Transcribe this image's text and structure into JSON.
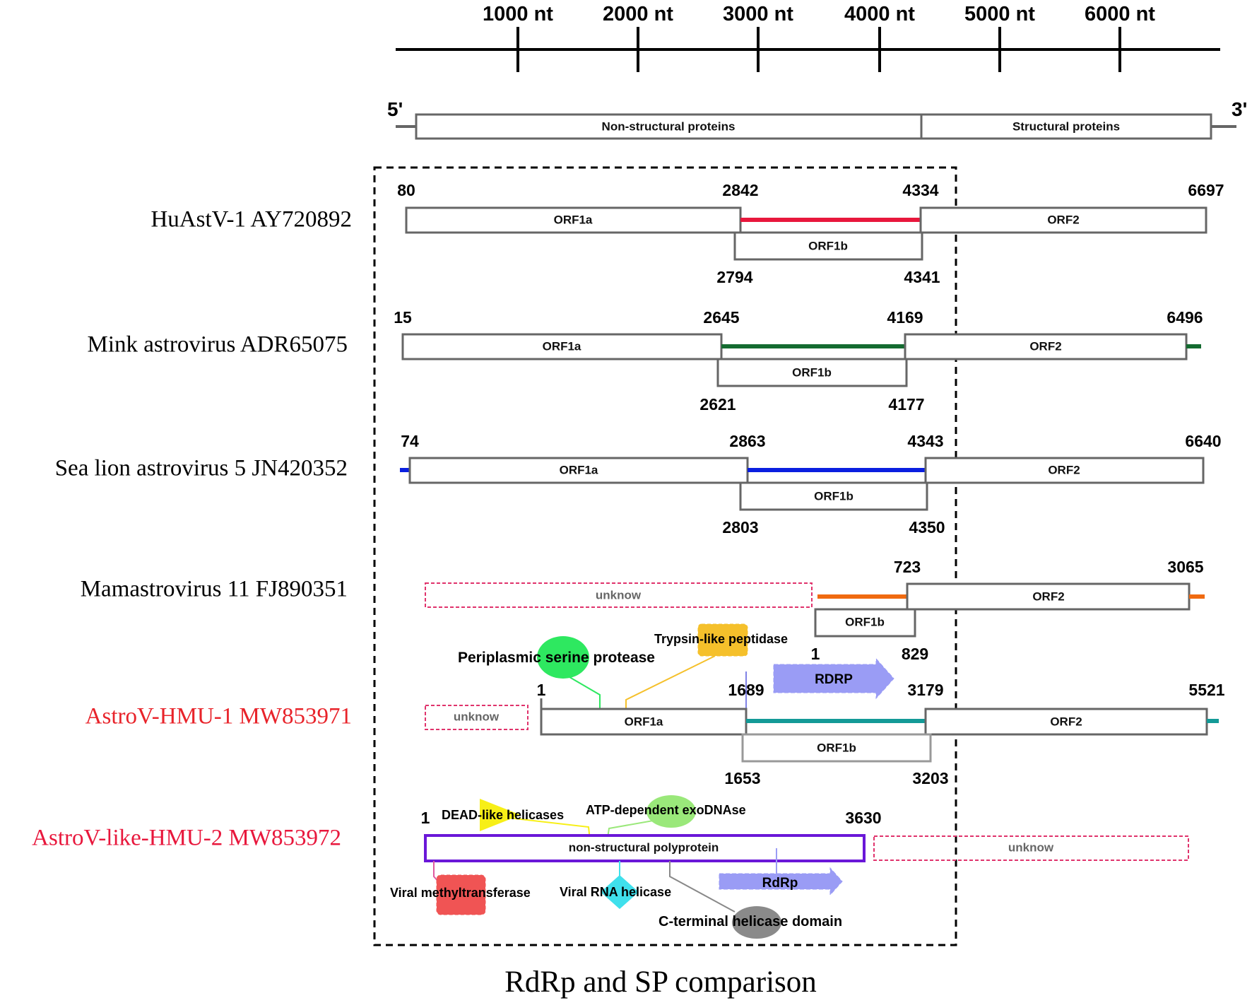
{
  "axis": {
    "ticks": [
      "1000 nt",
      "2000 nt",
      "3000 nt",
      "4000 nt",
      "5000 nt",
      "6000 nt"
    ]
  },
  "genome": {
    "five_prime": "5'",
    "three_prime": "3'",
    "nonstructural": "Non-structural proteins",
    "structural": "Structural proteins"
  },
  "caption": "RdRp and SP comparison",
  "rows": [
    {
      "species": "HuAstV-1 AY720892",
      "species_color": "#000000",
      "line_color": "#e8173c",
      "orf1a": "ORF1a",
      "orf1b": "ORF1b",
      "orf2": "ORF2",
      "top": [
        "80",
        "2842",
        "4334",
        "6697"
      ],
      "bottom": [
        "2794",
        "4341"
      ]
    },
    {
      "species": "Mink astrovirus ADR65075",
      "species_color": "#000000",
      "line_color": "#146b30",
      "orf1a": "ORF1a",
      "orf1b": "ORF1b",
      "orf2": "ORF2",
      "top": [
        "15",
        "2645",
        "4169",
        "6496"
      ],
      "bottom": [
        "2621",
        "4177"
      ]
    },
    {
      "species": "Sea lion astrovirus 5 JN420352",
      "species_color": "#000000",
      "line_color": "#0a1fe0",
      "orf1a": "ORF1a",
      "orf1b": "ORF1b",
      "orf2": "ORF2",
      "top": [
        "74",
        "2863",
        "4343",
        "6640"
      ],
      "bottom": [
        "2803",
        "4350"
      ]
    },
    {
      "species": "Mamastrovirus 11 FJ890351",
      "species_color": "#000000",
      "line_color": "#f06a10",
      "unknown": "unknow",
      "orf1b": "ORF1b",
      "orf2": "ORF2",
      "top": [
        "723",
        "3065"
      ],
      "bottom": [
        "1",
        "829"
      ]
    },
    {
      "species": "AstroV-HMU-1 MW853971",
      "species_color": "#e8232a",
      "line_color": "#139a97",
      "unknown": "unknow",
      "orf1a": "ORF1a",
      "orf1b": "ORF1b",
      "orf2": "ORF2",
      "top": [
        "1",
        "1689",
        "3179",
        "5521"
      ],
      "bottom": [
        "1653",
        "3203"
      ],
      "domains": {
        "serine": "Periplasmic serine protease",
        "trypsin": "Trypsin-like peptidase",
        "rdrp": "RDRP"
      }
    },
    {
      "species": "AstroV-like-HMU-2 MW853972",
      "species_color": "#e8173c",
      "line_color": "#6a17d8",
      "unknown": "unknow",
      "poly": "non-structural polyprotein",
      "top": [
        "1",
        "3630"
      ],
      "domains": {
        "dead": "DEAD-like helicases",
        "atp": "ATP-dependent exoDNAse",
        "methyl": "Viral methyltransferase",
        "rnahel": "Viral RNA helicase",
        "rdrp": "RdRp",
        "cterm": "C-terminal helicase domain"
      }
    }
  ],
  "colors": {
    "box_stroke": "#666666",
    "unknown_stroke": "#e0336c",
    "serine": "#2ee860",
    "trypsin": "#f5c02b",
    "rdrp": "#9a9cf5",
    "dead": "#f7ef17",
    "atp": "#9ae87a",
    "methyl": "#f05454",
    "rnahel": "#3fe0ec",
    "cterm": "#8a8a8a"
  }
}
